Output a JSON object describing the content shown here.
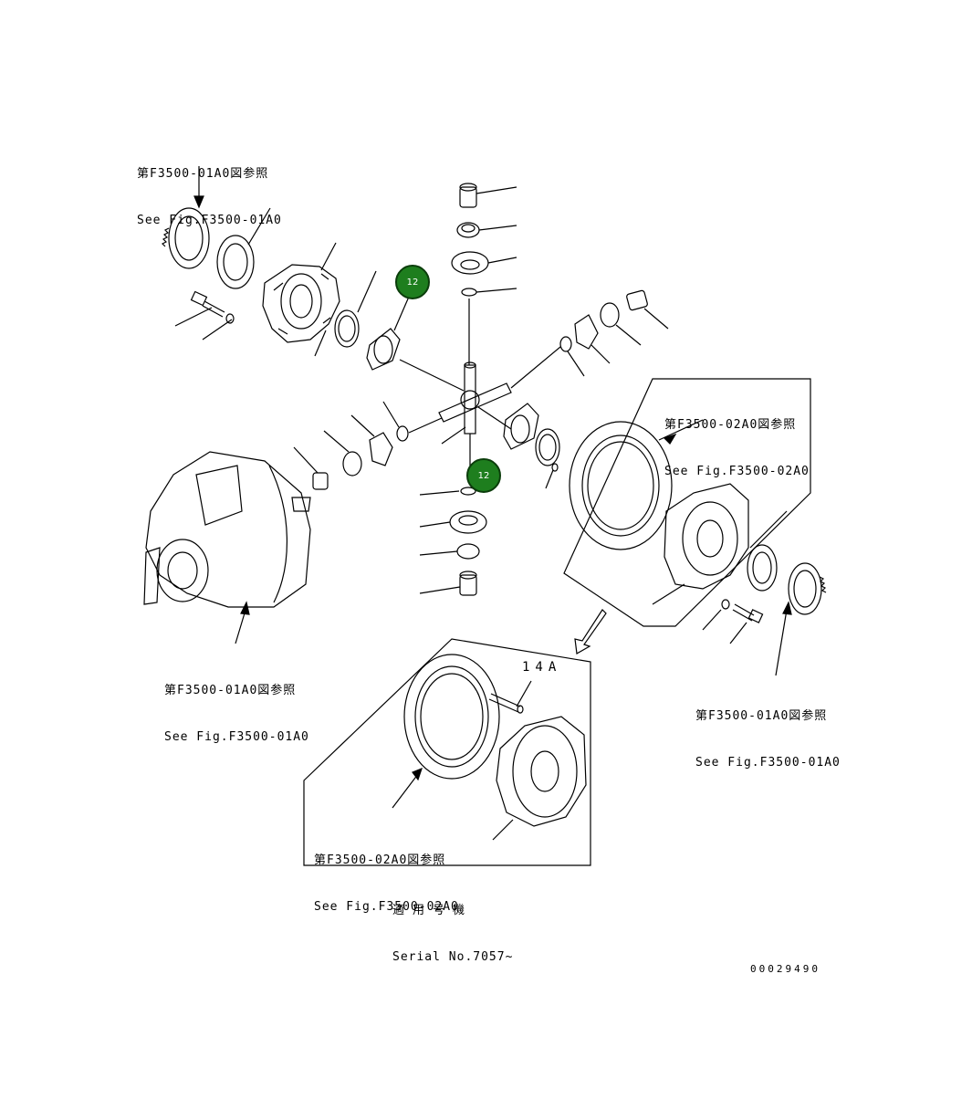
{
  "references": {
    "top_left": {
      "jp": "第F3500-01A0図参照",
      "en": "See Fig.F3500-01A0"
    },
    "right_upper": {
      "jp": "第F3500-02A0図参照",
      "en": "See Fig.F3500-02A0"
    },
    "left_lower": {
      "jp": "第F3500-01A0図参照",
      "en": "See Fig.F3500-01A0"
    },
    "right_lower": {
      "jp": "第F3500-01A0図参照",
      "en": "See Fig.F3500-01A0"
    },
    "inset": {
      "jp": "第F3500-02A0図参照",
      "en": "See Fig.F3500-02A0"
    }
  },
  "callouts": {
    "upper": "12",
    "lower": "12"
  },
  "inset_tag": "14A",
  "serial": {
    "jp": "適用号機",
    "en": "Serial No.7057~"
  },
  "figure_id": "00029490",
  "colors": {
    "callout_fill": "#1e7e1e",
    "callout_border": "#0b3d0b",
    "line": "#000000"
  }
}
